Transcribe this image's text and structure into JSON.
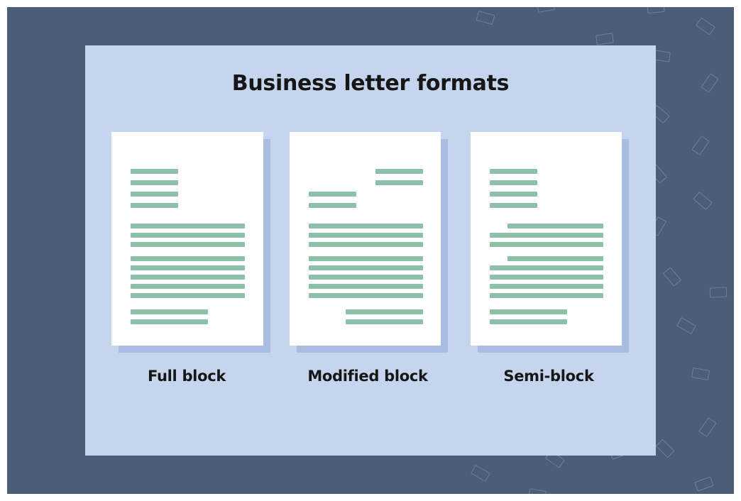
{
  "title": "Business letter formats",
  "formats": [
    {
      "label": "Full block"
    },
    {
      "label": "Modified block"
    },
    {
      "label": "Semi-block"
    }
  ],
  "colors": {
    "background": "#4a5e78",
    "panel": "#c5d5ee",
    "page_shadow": "#a9bde3",
    "text_line": "#8dc0a8"
  }
}
